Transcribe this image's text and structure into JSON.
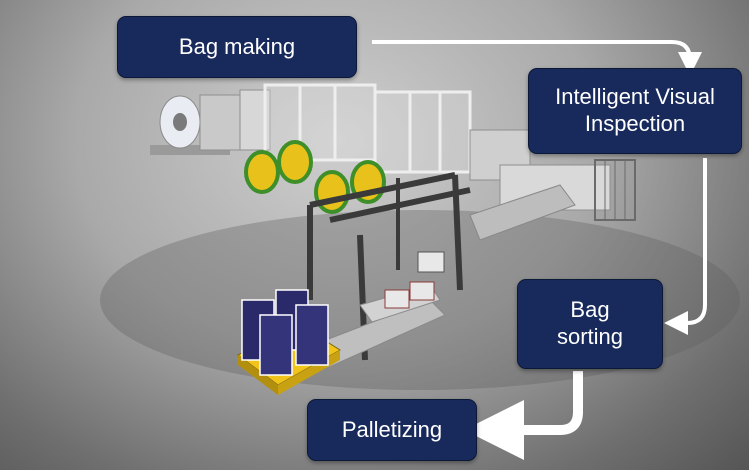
{
  "steps": [
    {
      "id": "bag_making",
      "label": "Bag making"
    },
    {
      "id": "inspection",
      "label": "Intelligent Visual\nInspection"
    },
    {
      "id": "sorting",
      "label": "Bag\nsorting"
    },
    {
      "id": "palletizing",
      "label": "Palletizing"
    }
  ],
  "colors": {
    "box_fill": "#182a5c",
    "box_text": "#ffffff",
    "arrow": "#ffffff",
    "roll_yellow": "#e8c21a",
    "roll_green": "#3e8e2a"
  }
}
